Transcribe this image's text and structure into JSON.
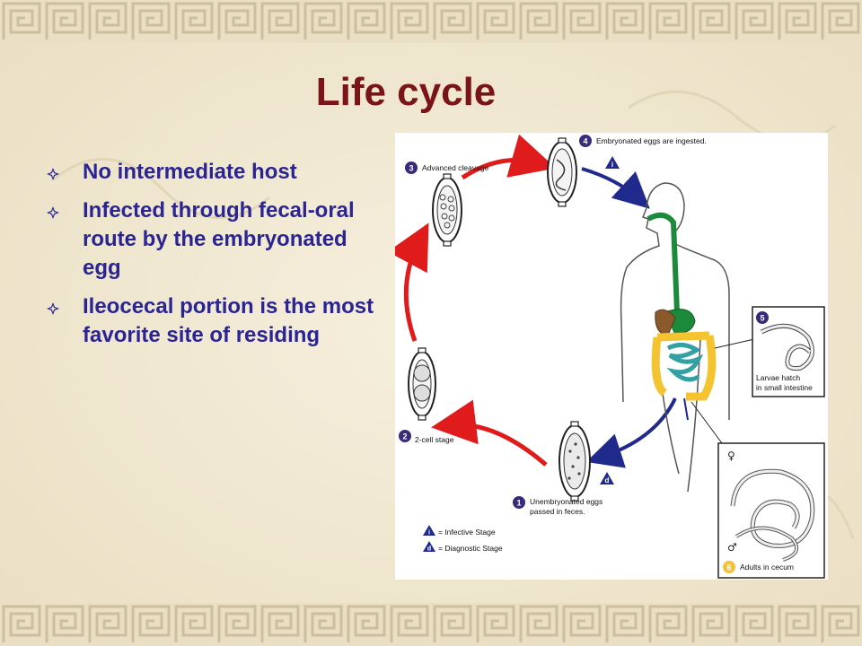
{
  "slide": {
    "title": "Life cycle",
    "bullets": [
      {
        "text": "No intermediate host"
      },
      {
        "text": "Infected through fecal-oral route by the embryonated egg"
      },
      {
        "text": "Ileocecal portion is the most favorite site of residing"
      }
    ]
  },
  "diagram": {
    "stages": [
      {
        "number": "1",
        "label_line1": "Unembryonated eggs",
        "label_line2": "passed in feces."
      },
      {
        "number": "2",
        "label_line1": "2-cell stage",
        "label_line2": ""
      },
      {
        "number": "3",
        "label_line1": "Advanced cleavage",
        "label_line2": ""
      },
      {
        "number": "4",
        "label_line1": "Embryonated eggs are ingested.",
        "label_line2": ""
      },
      {
        "number": "5",
        "label_line1": "Larvae hatch",
        "label_line2": "in small intestine"
      },
      {
        "number": "6",
        "label_line1": "Adults in cecum",
        "label_line2": ""
      }
    ],
    "legend": [
      {
        "symbol": "i",
        "label": "= Infective Stage"
      },
      {
        "symbol": "d",
        "label": "= Diagnostic Stage"
      }
    ],
    "markers": {
      "infective": "i",
      "diagnostic": "d",
      "female": "♀",
      "male": "♂"
    }
  },
  "colors": {
    "title": "#7a1418",
    "bullet_text": "#2b2594",
    "arrow_red": "#e01b1b",
    "arrow_blue": "#1f2a8c",
    "stage_badge": "#3a2a7a",
    "stage_badge_yellow": "#f2c33a",
    "gut_green": "#1b8a3a",
    "gut_yellow": "#f4c430",
    "gut_brown": "#8a5a2b",
    "gut_teal": "#34a0a4"
  },
  "icons": {
    "bullet": "diamond-bullet-icon"
  }
}
